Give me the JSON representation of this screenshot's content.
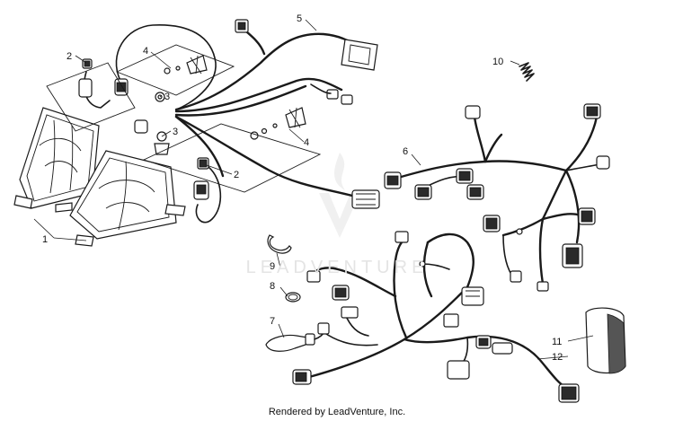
{
  "watermark": {
    "text": "LEADVENTURE"
  },
  "footer": {
    "credit": "Rendered by LeadVenture, Inc."
  },
  "callouts": [
    {
      "id": "c1",
      "label": "1"
    },
    {
      "id": "c2a",
      "label": "2"
    },
    {
      "id": "c2b",
      "label": "2"
    },
    {
      "id": "c3a",
      "label": "3"
    },
    {
      "id": "c3b",
      "label": "3"
    },
    {
      "id": "c4a",
      "label": "4"
    },
    {
      "id": "c4b",
      "label": "4"
    },
    {
      "id": "c5",
      "label": "5"
    },
    {
      "id": "c6",
      "label": "6"
    },
    {
      "id": "c7",
      "label": "7"
    },
    {
      "id": "c8",
      "label": "8"
    },
    {
      "id": "c9",
      "label": "9"
    },
    {
      "id": "c10",
      "label": "10"
    },
    {
      "id": "c11",
      "label": "11"
    },
    {
      "id": "c12",
      "label": "12"
    }
  ]
}
